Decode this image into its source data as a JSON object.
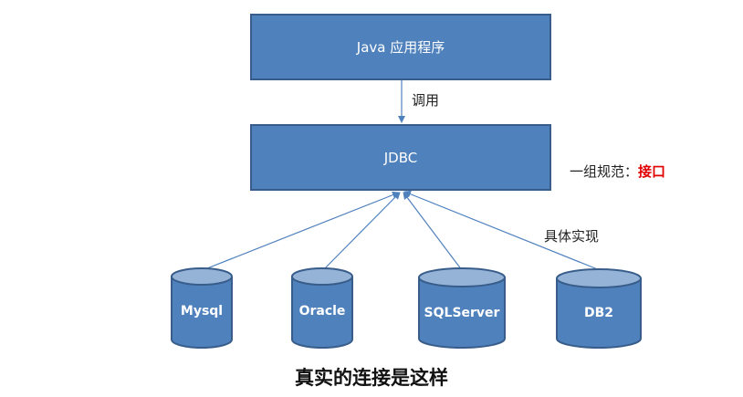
{
  "app_box": {
    "label": "Java 应用程序"
  },
  "call_label": "调用",
  "jdbc_box": {
    "label": "JDBC"
  },
  "spec_note": {
    "prefix": "一组规范：",
    "highlight": "接口"
  },
  "impl_label": "具体实现",
  "databases": [
    {
      "name": "Mysql"
    },
    {
      "name": "Oracle"
    },
    {
      "name": "SQLServer"
    },
    {
      "name": "DB2"
    }
  ],
  "caption": "真实的连接是这样",
  "colors": {
    "box_fill": "#4f81bd",
    "box_border": "#385d8a",
    "arrow": "#4f81bd",
    "highlight": "#e00000"
  }
}
